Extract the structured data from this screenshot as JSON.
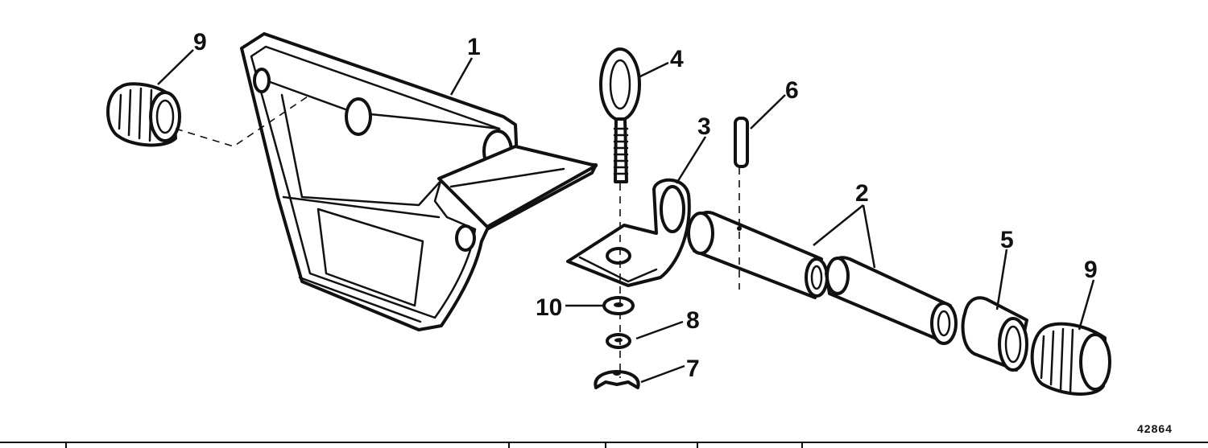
{
  "figure": {
    "number": "42864",
    "callouts": [
      {
        "id": "callout-9-left",
        "label": "9"
      },
      {
        "id": "callout-1",
        "label": "1"
      },
      {
        "id": "callout-4",
        "label": "4"
      },
      {
        "id": "callout-6",
        "label": "6"
      },
      {
        "id": "callout-3",
        "label": "3"
      },
      {
        "id": "callout-2",
        "label": "2"
      },
      {
        "id": "callout-5",
        "label": "5"
      },
      {
        "id": "callout-9-right",
        "label": "9"
      },
      {
        "id": "callout-10",
        "label": "10"
      },
      {
        "id": "callout-8",
        "label": "8"
      },
      {
        "id": "callout-7",
        "label": "7"
      }
    ]
  },
  "colors": {
    "ink": "#111111",
    "paper": "#ffffff"
  }
}
